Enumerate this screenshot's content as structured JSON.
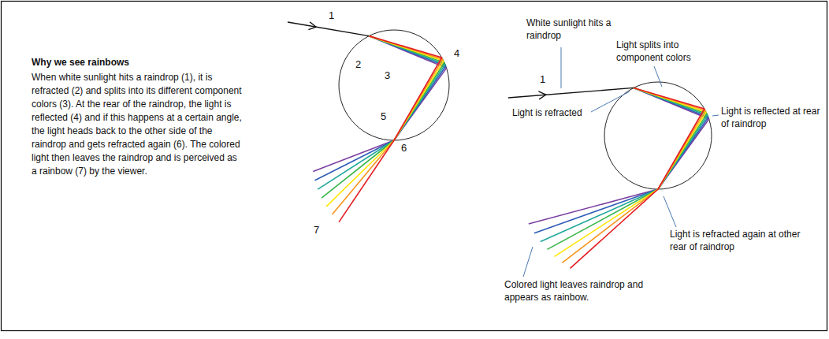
{
  "diagram": {
    "title": "Why we see rainbows",
    "labels": [
      "When white sunlight hits a raindrop (1), it is refracted (2) and splits into its different component colors (3). At the rear of the raindrop, the light is reflected (4) and if this happens at a certain angle, the light heads back to the other side of the raindrop and gets refracted again (6). The colored light then leaves the raindrop and is perceived as a rainbow (7) by the viewer.",
      "1",
      "2",
      "3",
      "4",
      "5",
      "6",
      "7",
      "White sunlight hits a raindrop",
      "1",
      "Light splits into component colors",
      "Light is refracted",
      "Light is reflected at rear of raindrop",
      "Light is refracted again at other rear of raindrop",
      "Colored light leaves raindrop and appears as rainbow."
    ]
  }
}
